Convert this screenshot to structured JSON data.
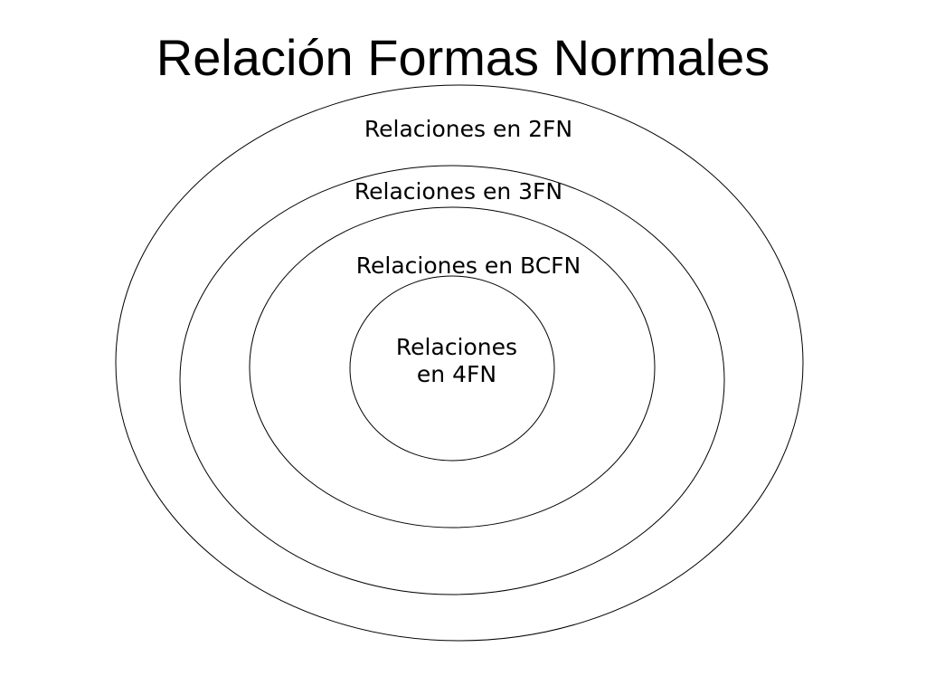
{
  "slide": {
    "title": "Relación Formas Normales"
  },
  "diagram": {
    "outline_color": "#000000",
    "sets": [
      {
        "label": "Relaciones en 2FN"
      },
      {
        "label": "Relaciones en 3FN"
      },
      {
        "label": "Relaciones en BCFN"
      },
      {
        "label_line1": "Relaciones",
        "label_line2": "en 4FN"
      }
    ]
  }
}
